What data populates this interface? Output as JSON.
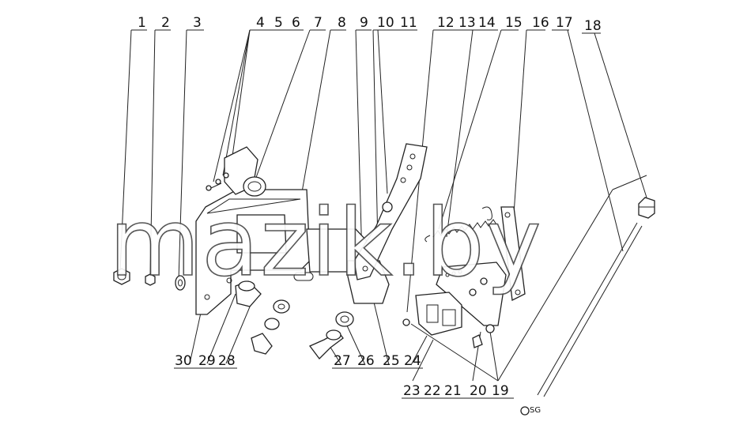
{
  "diagram": {
    "callouts_top": [
      "1",
      "2",
      "3",
      "4",
      "5",
      "6",
      "7",
      "8",
      "9",
      "10",
      "11",
      "12",
      "13",
      "14",
      "15",
      "16",
      "17",
      "18"
    ],
    "callouts_bottom_left": [
      "30",
      "29",
      "28"
    ],
    "callouts_bottom_mid": [
      "27",
      "26",
      "25",
      "24"
    ],
    "callouts_bottom_right": [
      "23",
      "22",
      "21",
      "20",
      "19"
    ]
  },
  "watermark": {
    "text": "mazik.by"
  },
  "footer_mark": {
    "text": "SG"
  }
}
